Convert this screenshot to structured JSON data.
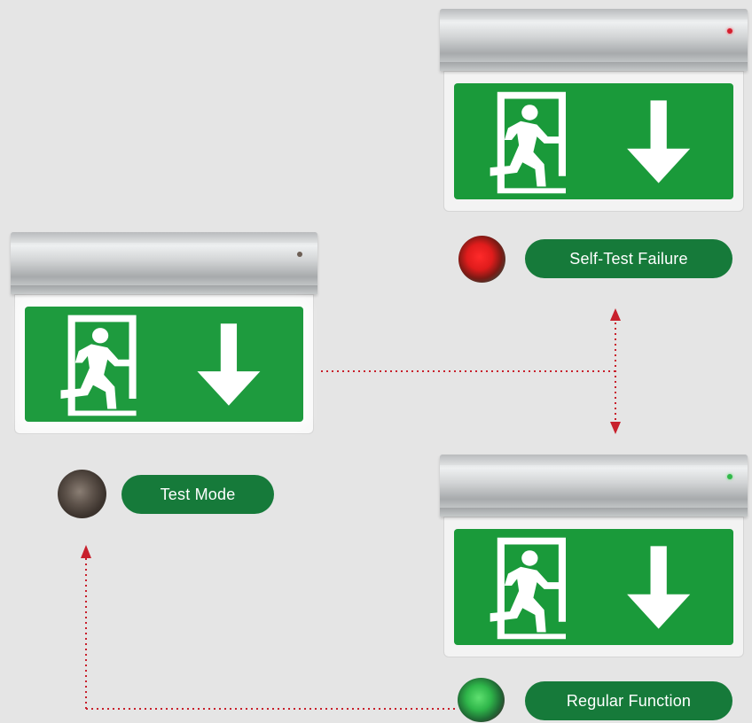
{
  "colors": {
    "background": "#e5e5e5",
    "sign_green": "#1a9a3a",
    "pill_green": "#167a3a",
    "connector_red": "#c8202c",
    "led_red": "#d41f2e",
    "led_green": "#32b84a",
    "led_off": "#6d5f55"
  },
  "signs": [
    {
      "id": "self-test-failure",
      "led_state": "red",
      "pictogram": "running-man-exit-arrow-down-icon",
      "status_label": "Self-Test Failure",
      "indicator_color": "red"
    },
    {
      "id": "test-mode",
      "led_state": "off",
      "pictogram": "running-man-exit-arrow-down-icon",
      "status_label": "Test Mode",
      "indicator_color": "dark"
    },
    {
      "id": "regular-function",
      "led_state": "green",
      "pictogram": "running-man-exit-arrow-down-icon",
      "status_label": "Regular Function",
      "indicator_color": "green"
    }
  ],
  "connections": [
    {
      "from": "test-mode",
      "to": "self-test-failure / regular-function",
      "style": "dotted"
    },
    {
      "from": "self-test-failure",
      "to": "regular-function",
      "style": "dotted",
      "arrows": "both"
    },
    {
      "from": "regular-function",
      "to": "test-mode",
      "style": "dotted",
      "arrows": "end"
    }
  ]
}
